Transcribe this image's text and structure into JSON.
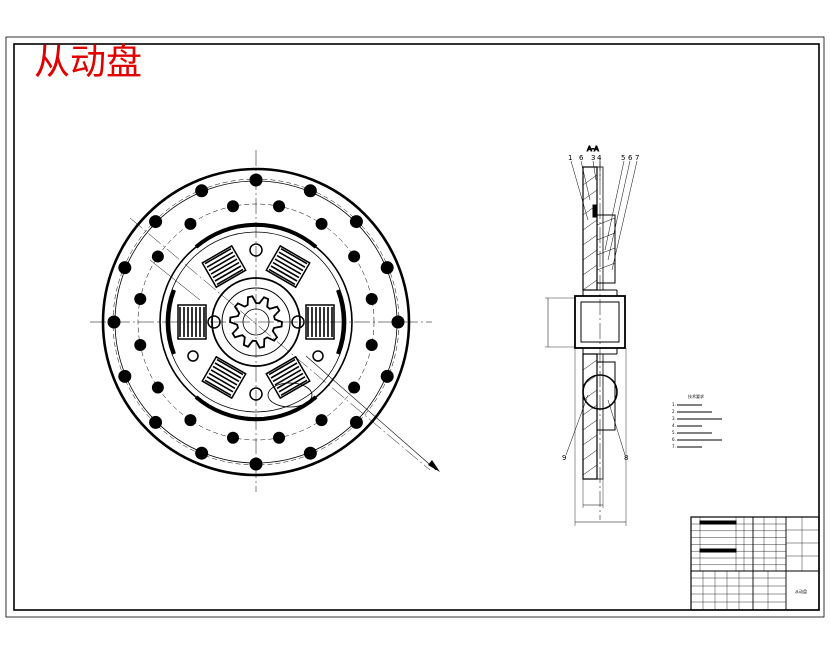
{
  "drawing": {
    "title": "从动盘",
    "section_label": "A-A",
    "leaders_top": [
      "1",
      "6",
      "3",
      "4",
      "5",
      "6",
      "7"
    ],
    "leaders_bottom": [
      "9",
      "8"
    ],
    "notes_title": "技术要求",
    "notes": [
      "1.",
      "2.",
      "3.",
      "4.",
      "5.",
      "6.",
      "7."
    ],
    "title_block_name": "从动盘"
  },
  "colors": {
    "title": "#e00000",
    "line": "#000000",
    "background": "#ffffff"
  }
}
